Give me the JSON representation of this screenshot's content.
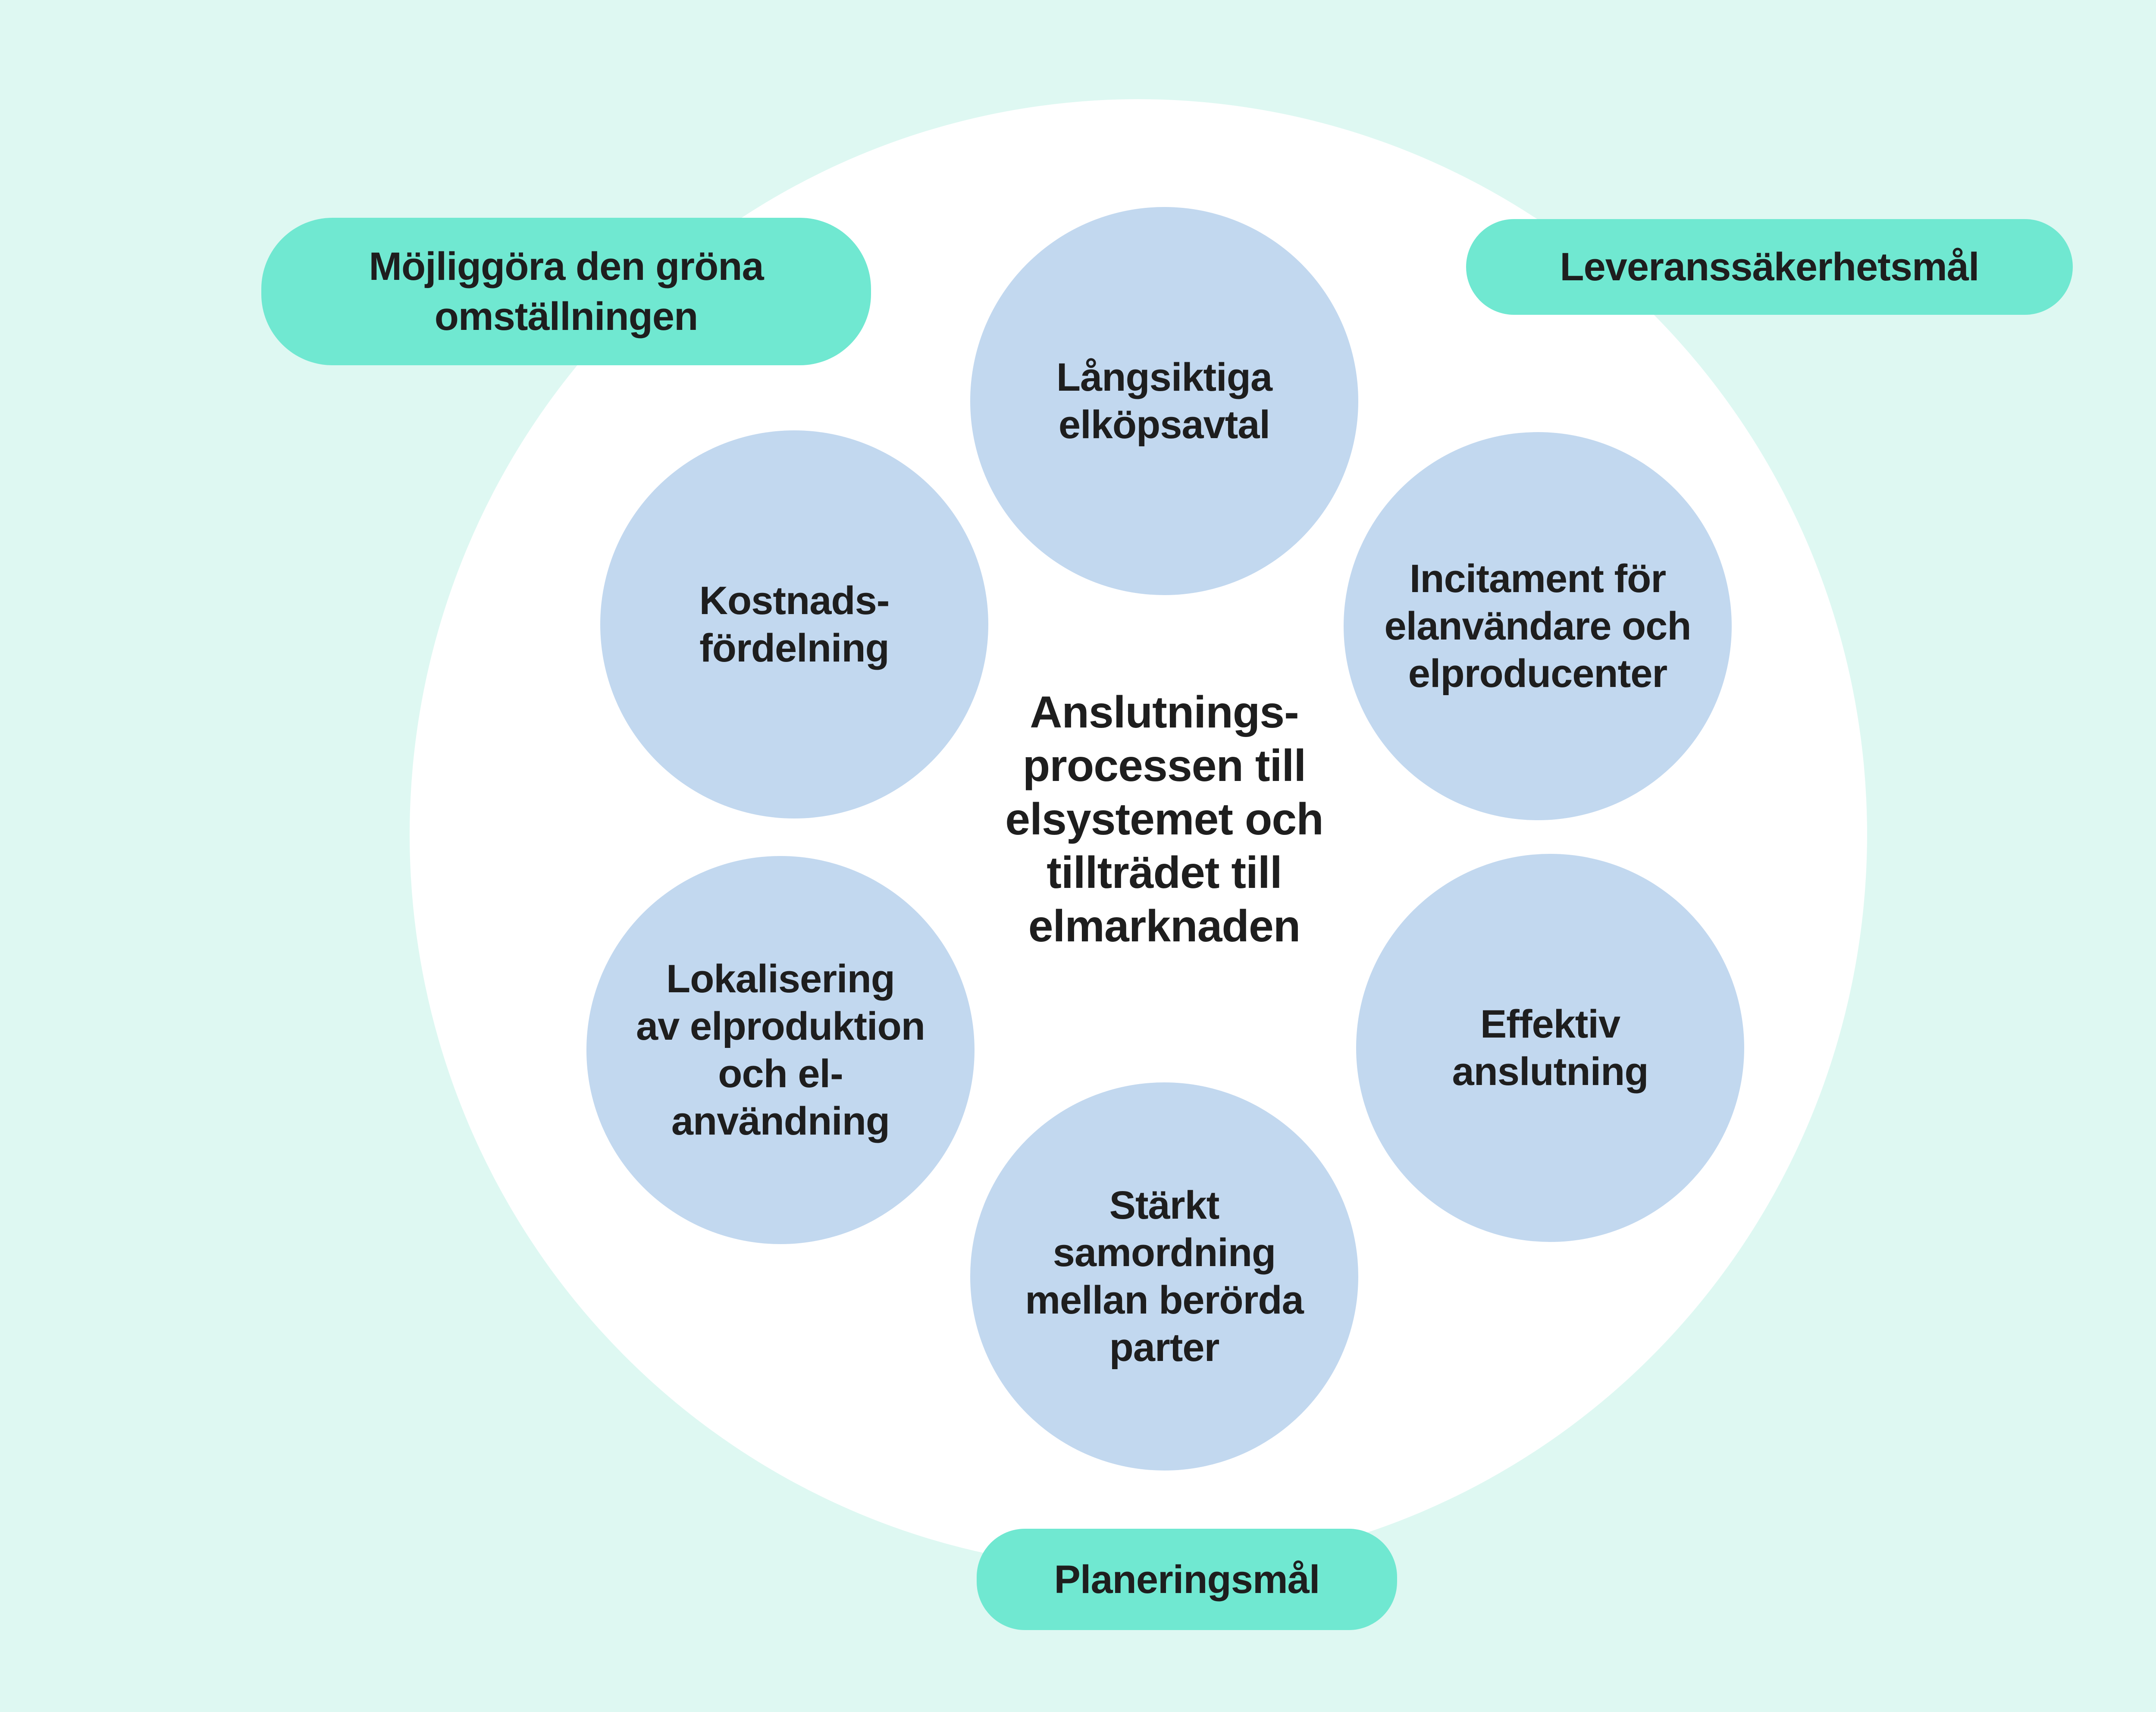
{
  "colors": {
    "background": "#def8f2",
    "halo": "#ffffff",
    "bubble": "#c2d8ef",
    "pill": "#70e8d1",
    "text": "#1e1e1e"
  },
  "center": {
    "text": "Anslutningsprocessen till elsystemet och tillträdet till elmarknaden",
    "lines": [
      "Anslutnings-",
      "processen till",
      "elsystemet och",
      "tillträdet till",
      "elmarknaden"
    ]
  },
  "pills": [
    {
      "id": "green-transition",
      "text": "Möjliggöra den gröna omställningen",
      "lines": [
        "Möjliggöra den gröna",
        "omställningen"
      ]
    },
    {
      "id": "supply-security",
      "text": "Leveranssäkerhetsmål",
      "lines": [
        "Leveranssäkerhetsmål"
      ]
    },
    {
      "id": "planning",
      "text": "Planeringsmål",
      "lines": [
        "Planeringsmål"
      ]
    }
  ],
  "bubbles": [
    {
      "id": "long-term-ppa",
      "text": "Långsiktiga elköpsavtal",
      "lines": [
        "Långsiktiga",
        "elköpsavtal"
      ]
    },
    {
      "id": "incentives",
      "text": "Incitament för elanvändare och elproducenter",
      "lines": [
        "Incitament för",
        "elanvändare och",
        "elproducenter"
      ]
    },
    {
      "id": "efficient-connection",
      "text": "Effektiv anslutning",
      "lines": [
        "Effektiv",
        "anslutning"
      ]
    },
    {
      "id": "coordination",
      "text": "Stärkt samordning mellan berörda parter",
      "lines": [
        "Stärkt",
        "samordning",
        "mellan berörda",
        "parter"
      ]
    },
    {
      "id": "localisation",
      "text": "Lokalisering av elproduktion och el-användning",
      "lines": [
        "Lokalisering",
        "av elproduktion",
        "och el-",
        "användning"
      ]
    },
    {
      "id": "cost-allocation",
      "text": "Kostnadsfördelning",
      "lines": [
        "Kostnads-",
        "fördelning"
      ]
    }
  ]
}
